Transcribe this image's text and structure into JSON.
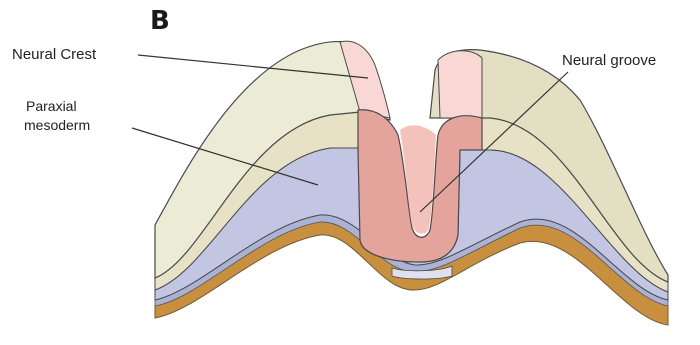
{
  "figure": {
    "panel_letter": "B",
    "labels": {
      "neural_crest": "Neural Crest",
      "paraxial_line1": "Paraxial",
      "paraxial_line2": "mesoderm",
      "neural_groove": "Neural groove"
    }
  },
  "colors": {
    "ectoderm": "#ecebd6",
    "mesoderm": "#c2c6e2",
    "neural_plate": "#e4a49c",
    "neural_crest": "#f8d7d4",
    "endoderm": "#e7e2c5",
    "basal_layer": "#c88f3e",
    "outline": "#4a4a4a"
  }
}
